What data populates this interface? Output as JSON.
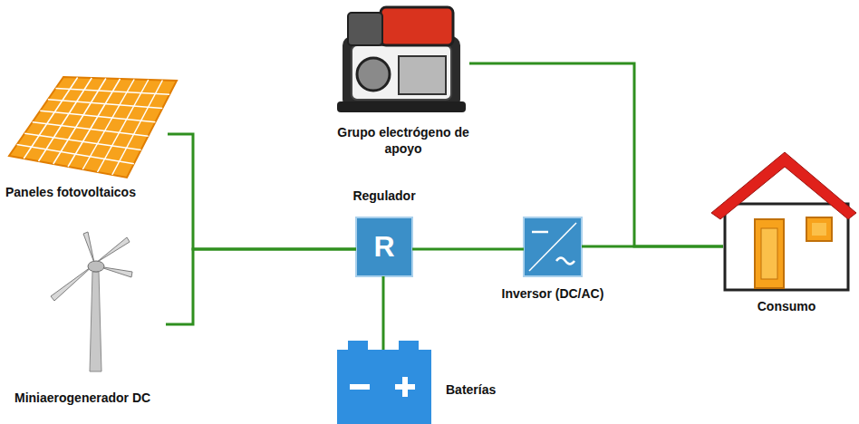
{
  "diagram": {
    "nodes": [
      {
        "text": [
          "Paneles fotovoltaicos"
        ]
      },
      {
        "text": [
          "Grupo electrógeno de apoyo"
        ]
      },
      {
        "text": [
          "Regulador",
          "R"
        ]
      },
      {
        "text": [
          "Inversor (DC/AC)"
        ]
      },
      {
        "text": [
          "Consumo"
        ]
      },
      {
        "text": [
          "Miniaerogenerador DC"
        ]
      },
      {
        "text": [
          "Baterías"
        ]
      }
    ],
    "edges": [
      {
        "from": 0,
        "to": 2,
        "arrow": "none"
      },
      {
        "from": 5,
        "to": 2,
        "arrow": "none"
      },
      {
        "from": 2,
        "to": 6,
        "arrow": "none"
      },
      {
        "from": 2,
        "to": 3,
        "arrow": "none"
      },
      {
        "from": 3,
        "to": 4,
        "arrow": "none"
      },
      {
        "from": 1,
        "to": 4,
        "arrow": "none"
      }
    ]
  }
}
